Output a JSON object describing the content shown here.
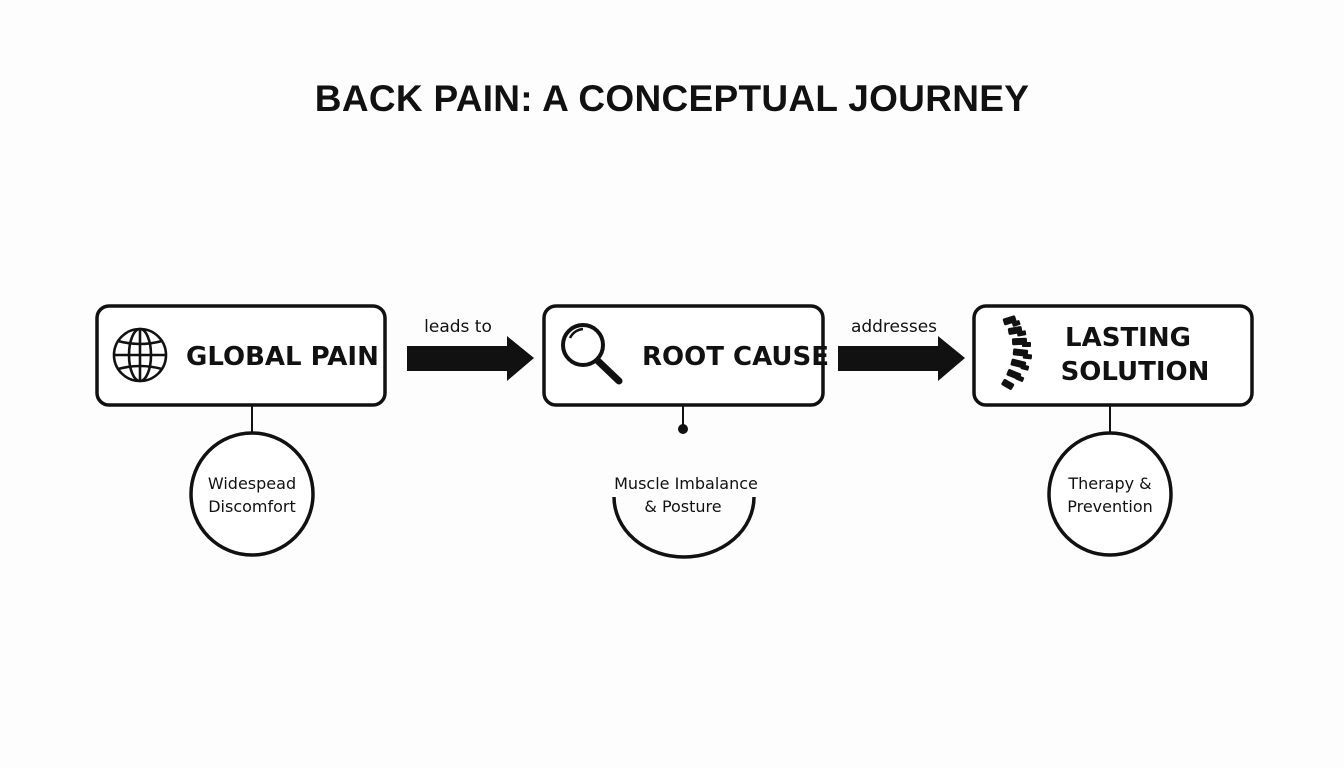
{
  "title": "BACK PAIN: A CONCEPTUAL JOURNEY",
  "steps": [
    {
      "label": "GLOBAL PAIN",
      "icon": "globe-icon",
      "detail_lines": [
        "Widespead",
        "Discomfort"
      ]
    },
    {
      "label": "ROOT CAUSE",
      "icon": "magnifier-icon",
      "detail_lines": [
        "Muscle Imbalance",
        "& Posture"
      ]
    },
    {
      "label_lines": [
        "LASTING",
        "SOLUTION"
      ],
      "icon": "spine-icon",
      "detail_lines": [
        "Therapy &",
        "Prevention"
      ]
    }
  ],
  "connectors": [
    {
      "label": "leads to"
    },
    {
      "label": "addresses"
    }
  ],
  "colors": {
    "stroke": "#111111",
    "background": "#fdfdfd"
  }
}
